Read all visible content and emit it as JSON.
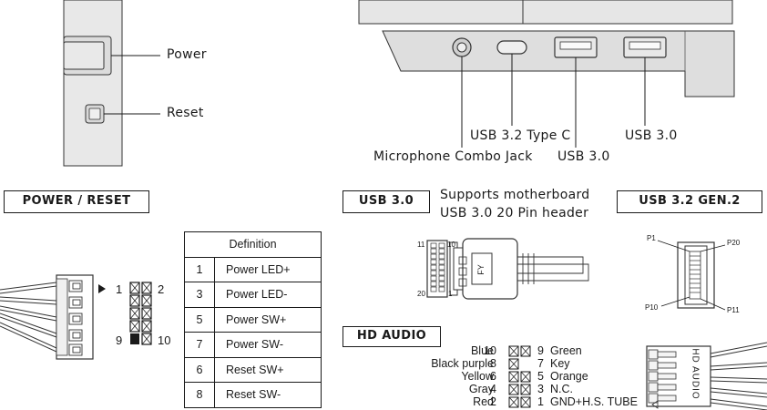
{
  "front_panel": {
    "power_label": "Power",
    "reset_label": "Reset",
    "ports": {
      "type_c_label": "USB 3.2 Type C",
      "usb3_a_label": "USB 3.0",
      "usb3_b_label": "USB 3.0",
      "mic_label": "Microphone Combo Jack"
    }
  },
  "power_reset": {
    "header": "POWER / RESET",
    "pin_labels": {
      "p1": "1",
      "p2": "2",
      "p9": "9",
      "p10": "10"
    },
    "table": {
      "header": "Definition",
      "rows": [
        {
          "pin": "1",
          "name": "Power LED+"
        },
        {
          "pin": "3",
          "name": "Power LED-"
        },
        {
          "pin": "5",
          "name": "Power SW+"
        },
        {
          "pin": "7",
          "name": "Power SW-"
        },
        {
          "pin": "6",
          "name": "Reset SW+"
        },
        {
          "pin": "8",
          "name": "Reset SW-"
        }
      ]
    }
  },
  "usb30": {
    "header": "USB 3.0",
    "note_line1": "Supports motherboard",
    "note_line2": "USB 3.0 20 Pin header",
    "pin_labels": {
      "p11": "11",
      "p10": "10",
      "p20": "20",
      "p1": "1"
    },
    "connector_mark": "FY"
  },
  "usb32": {
    "header": "USB 3.2  GEN.2",
    "pin_labels": {
      "p1": "P1",
      "p20": "P20",
      "p10": "P10",
      "p11": "P11"
    }
  },
  "hd_audio": {
    "header": "HD AUDIO",
    "connector_text": "HD AUDIO",
    "left": [
      {
        "name": "Blue",
        "pin": "10"
      },
      {
        "name": "Black purple",
        "pin": "8"
      },
      {
        "name": "Yellow",
        "pin": "6"
      },
      {
        "name": "Gray",
        "pin": "4"
      },
      {
        "name": "Red",
        "pin": "2"
      }
    ],
    "right": [
      {
        "pin": "9",
        "name": "Green"
      },
      {
        "pin": "7",
        "name": "Key"
      },
      {
        "pin": "5",
        "name": "Orange"
      },
      {
        "pin": "3",
        "name": "N.C."
      },
      {
        "pin": "1",
        "name": "GND+H.S. TUBE"
      }
    ]
  }
}
